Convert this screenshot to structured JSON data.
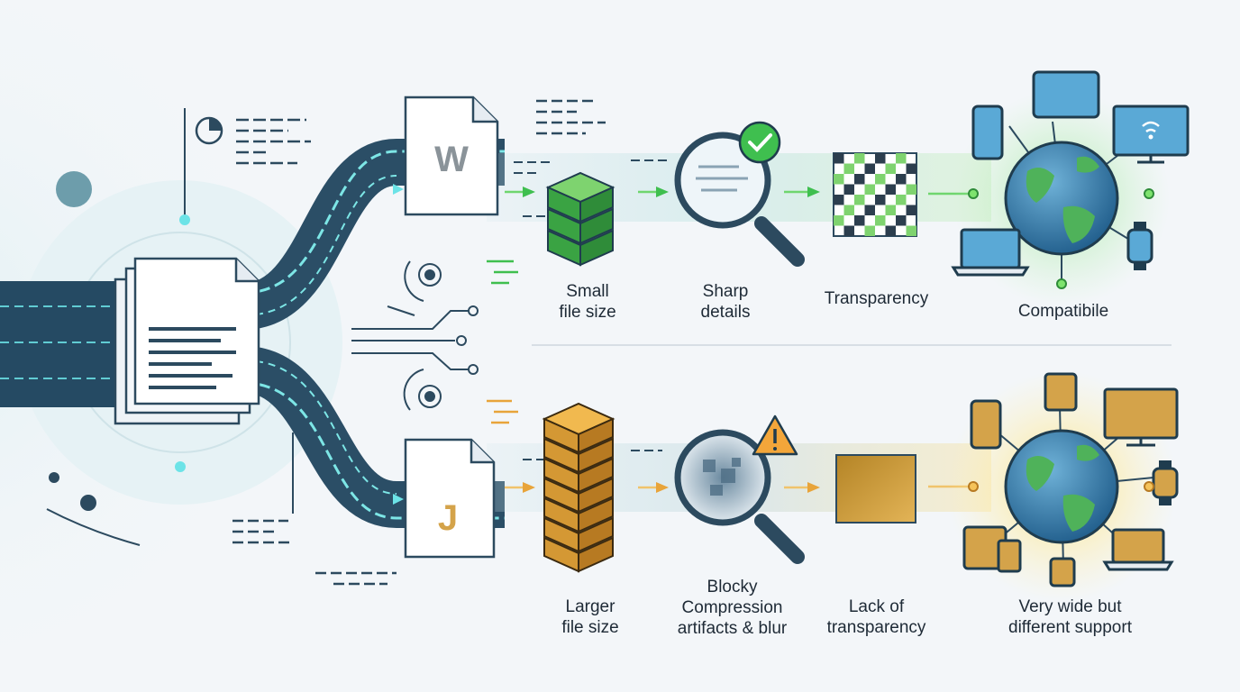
{
  "top_row": {
    "file_letter": "W",
    "labels": {
      "file_size": [
        "Small",
        "file size"
      ],
      "detail": [
        "Sharp",
        "details"
      ],
      "transparency": [
        "Transparency"
      ],
      "support": [
        "Compatibile"
      ]
    }
  },
  "bottom_row": {
    "file_letter": "J",
    "labels": {
      "file_size": [
        "Larger",
        "file size"
      ],
      "detail": [
        "Blocky",
        "Compression",
        "artifacts & blur"
      ],
      "transparency": [
        "Lack of",
        "transparency"
      ],
      "support": [
        "Very wide but",
        "different support"
      ]
    }
  },
  "colors": {
    "good": "#3fbf4f",
    "warn": "#e8a43a",
    "flow_teal": "#5ad6d6",
    "flow_dark": "#2b4e66",
    "stack_green": "#3cae48",
    "stack_orange": "#d49834"
  },
  "icons": [
    "document-stack-icon",
    "webp-file-icon",
    "jpeg-file-icon",
    "server-stack-icon",
    "magnifier-icon",
    "check-badge-icon",
    "warning-icon",
    "checker-transparency-icon",
    "globe-icon",
    "phone-icon",
    "tablet-icon",
    "tv-icon",
    "laptop-icon",
    "watch-icon",
    "circuit-icon"
  ]
}
